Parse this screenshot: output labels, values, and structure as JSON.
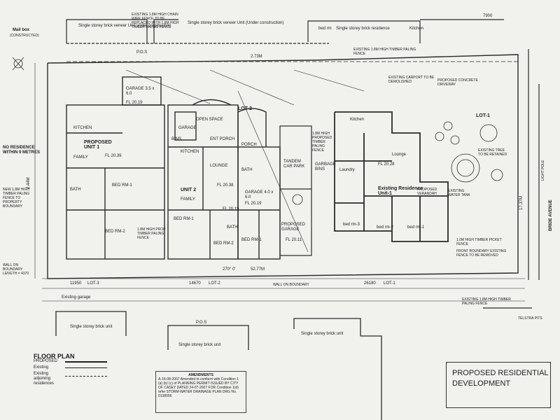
{
  "top": {
    "mail_box": "Mail box",
    "constructed": "(CONSTRUCTED)",
    "single_storey_under_construction": "Single storey brick veneer Unit under construction",
    "single_storey_brick_veneer_under_construction": "Single storey brick veneer Unit (Under construction)",
    "single_storey_brick_residence": "Single storey brick residence",
    "existing_chain_wire_fence": "EXISTING 1.8M HIGH CHAIN WIRE FENCE TO BE REPLACED WITH 1.8M HIGH TIMBER PALING FENCE",
    "existing_timber_paling_fence": "EXISTING 1.8M HIGH TIMBER PALING FENCE",
    "existing_carport": "EXISTING CARPORT TO BE DEMOLISHED",
    "proposed_concrete_driveway": "PROPOSED CONCRETE DRIVEWAY",
    "bed_rm": "bed rm",
    "kitchen": "Kitchen",
    "dim_7900": "7900",
    "dim_2730": "2.73M",
    "pos": "P.O.S"
  },
  "left": {
    "no_residence": "NO RESIDENCE WITHIN 9 METRES",
    "new_timber_fence": "NEW 1.8M HIGH TIMBER PALING FENCE TO PROPERTY BOUNDARY",
    "wall_on_boundary": "WALL ON BOUNDARY LENGTH = 4370",
    "dim_244": "2.44M"
  },
  "unit1": {
    "title": "PROPOSED UNIT 1",
    "fl": "FL 20.39",
    "kitchen": "KITCHEN",
    "family": "FAMILY",
    "bed1": "BED RM-1",
    "bed2": "BED RM-2",
    "bath": "BATH",
    "garage": "GARAGE 3.5 x 6.0",
    "fl_garage": "FL 20.19"
  },
  "unit2": {
    "title": "UNIT 2",
    "fl": "FL 20.38",
    "kitchen": "KITCHEN",
    "family": "FAMILY",
    "bed1": "BED RM-1",
    "bed2": "BED RM-2",
    "garage": "GARAGE",
    "fl_garage": "FL 20.19",
    "open_space": "OPEN SPACE",
    "ent_porch": "ENT PORCH",
    "bins": "BINS",
    "lounge": "LOUNGE",
    "bath": "BATH",
    "high_timber_fence": "1.8M HIGH PROP TIMBER PALING FENCE"
  },
  "unit3": {
    "title": "LOT-2",
    "garage": "GARAGE 4.0 x 6.0",
    "fl_garage": "FL 20.19",
    "bed": "BED RM-1",
    "bath": "BATH",
    "porch": "PORCH"
  },
  "carpark": {
    "tandem": "TANDEM CAR PARK",
    "proposed_garage": "PROPOSED GARAGE",
    "fl": "FL 20.11",
    "garbage_bins": "GARBAGE BINS",
    "high_timber_fence": "1.8M HIGH PROPOSED TIMBER PALING FENCE"
  },
  "existing": {
    "title": "Existing Residence Unit-1",
    "fl": "FL 20.28",
    "lounge": "Lounge",
    "kitchen": "Kitchen",
    "laundry": "Laundry",
    "bed1": "bed rm-1",
    "bed2": "bed rm-2",
    "bed3": "bed rm-3",
    "proposed_verandah": "PROPOSED VERANDAH",
    "lot1": "LOT-1",
    "picket_fence": "1.0M HIGH TIMBER PICKET FENCE",
    "front_boundary": "FRONT BOUNDARY EXISTING FENCE TO BE REMOVED",
    "tree_retained": "EXISTING TREE TO BE RETAINED",
    "water_tank": "EXISTING WATER TANK"
  },
  "right": {
    "bride_avenue": "BRIDE AVENUE",
    "telstra": "TELSTRA PITS",
    "street_light": "LIGHT POLE",
    "dim_1737": "17.37M"
  },
  "bottom": {
    "lot3": "LOT-3",
    "lot2": "LOT-2",
    "lot1": "LOT-1",
    "dim_11950": "11950",
    "dim_14670": "14670",
    "dim_26180": "26180",
    "dim_5277": "52.77M",
    "existing_garage": "Existing garage",
    "single_storey_left": "Single storey brick unit",
    "single_storey_mid": "Single storey brick unit",
    "single_storey_right": "Single storey brick unit",
    "existing_fence": "EXISTING 1.8M HIGH TIMBER PALING FENCE",
    "wall_on_boundary_2": "WALL ON BOUNDARY",
    "pos": "P.O.S",
    "angle": "270° 0'"
  },
  "legend": {
    "title": "FLOOR PLAN",
    "proposed": "PROPOSED",
    "existing": "Existing",
    "existing_adjoining": "Existing adjoining residences"
  },
  "amendments": {
    "heading": "AMENDMENTS",
    "text": "A-16-08-2007 Amended to conform with Condition 1 (a) (b) (c) of PLANNING PERMIT ISSUED BY CITY OF CASEY DATED 24-07-2007 FOR Condition 1(d) refer STORM WATER DRAINAGE PLAN DRG No. 0138056"
  },
  "title_block": {
    "line1": "PROPOSED RESIDENTIAL",
    "line2": "DEVELOPMENT"
  }
}
